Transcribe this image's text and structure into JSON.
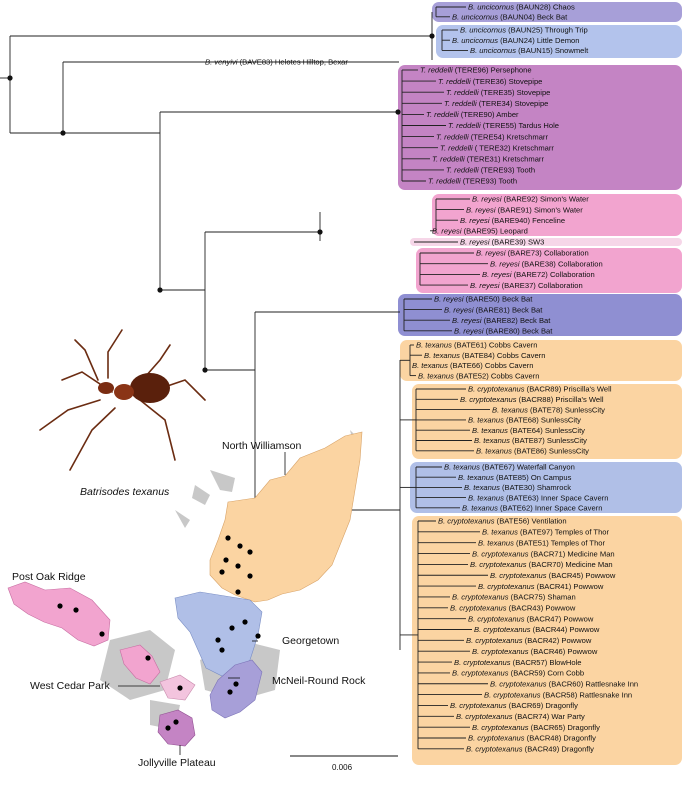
{
  "caption": "Batrisodes texanus",
  "scale_bar_label": "0.006",
  "colors": {
    "purple_blue": "#a79fd8",
    "light_blue": "#b3c3ec",
    "magenta": "#c484c4",
    "pink": "#f2a4cf",
    "lavender_blue": "#8f8fd2",
    "orange": "#fbd4a2",
    "blue": "#b0bfe7"
  },
  "map_labels": {
    "north_williamson": "North Williamson",
    "post_oak_ridge": "Post Oak Ridge",
    "georgetown": "Georgetown",
    "west_cedar_park": "West Cedar Park",
    "mcneil_round_rock": "McNeil-Round Rock",
    "jollyville_plateau": "Jollyville Plateau"
  },
  "clades": [
    {
      "color": "purple_blue",
      "tips": [
        {
          "sp": "B. uncicornus",
          "code": "BAUN28",
          "loc": "Chaos"
        },
        {
          "sp": "B. uncicornus",
          "code": "BAUN04",
          "loc": "Beck Bat"
        }
      ]
    },
    {
      "color": "light_blue",
      "tips": [
        {
          "sp": "B. uncicornus",
          "code": "BAUN25",
          "loc": "Through Trip"
        },
        {
          "sp": "B. uncicornus",
          "code": "BAUN24",
          "loc": "Little Demon"
        },
        {
          "sp": "B. uncicornus",
          "code": "BAUN15",
          "loc": "Snowmelt"
        }
      ]
    },
    {
      "color": "none",
      "tips": [
        {
          "sp": "B. venyivi",
          "code": "BAVE83",
          "loc": "Helotes Hilltop, Bexar"
        }
      ]
    },
    {
      "color": "magenta",
      "tips": [
        {
          "sp": "T. reddelli",
          "code": "TERE96",
          "loc": "Persephone"
        },
        {
          "sp": "T. reddelli",
          "code": "TERE36",
          "loc": "Stovepipe"
        },
        {
          "sp": "T. reddelli",
          "code": "TERE35",
          "loc": "Stovepipe"
        },
        {
          "sp": "T. reddelli",
          "code": "TERE34",
          "loc": "Stovepipe"
        },
        {
          "sp": "T. reddelli",
          "code": "TERE90",
          "loc": "Amber"
        },
        {
          "sp": "T. reddelli",
          "code": "TERE55",
          "loc": "Tardus Hole"
        },
        {
          "sp": "T. reddelli",
          "code": "TERE54",
          "loc": "Kretschmarr"
        },
        {
          "sp": "T. reddelli",
          "code": " TERE32",
          "loc": "Kretschmarr"
        },
        {
          "sp": "T. reddelli",
          "code": "TERE31",
          "loc": "Kretschmarr"
        },
        {
          "sp": "T. reddelli",
          "code": "TERE93",
          "loc": "Tooth"
        },
        {
          "sp": "T. reddelli",
          "code": "TERE93",
          "loc": "Tooth"
        }
      ]
    },
    {
      "color": "pink",
      "tips": [
        {
          "sp": "B. reyesi",
          "code": "BARE92",
          "loc": "Simon's Water"
        },
        {
          "sp": "B. reyesi",
          "code": "BARE91",
          "loc": "Simon's Water"
        },
        {
          "sp": "B. reyesi",
          "code": "BARE940",
          "loc": "Fenceline"
        },
        {
          "sp": "B. reyesi",
          "code": "BARE95",
          "loc": "Leopard"
        }
      ]
    },
    {
      "color": "pink_thin",
      "tips": [
        {
          "sp": "B. reyesi",
          "code": "BARE39",
          "loc": "SW3"
        }
      ]
    },
    {
      "color": "pink",
      "tips": [
        {
          "sp": "B. reyesi",
          "code": "BARE73",
          "loc": "Collaboration"
        },
        {
          "sp": "B. reyesi",
          "code": "BARE38",
          "loc": "Collaboration"
        },
        {
          "sp": "B. reyesi",
          "code": "BARE72",
          "loc": "Collaboration"
        },
        {
          "sp": "B. reyesi",
          "code": "BARE37",
          "loc": "Collaboration"
        }
      ]
    },
    {
      "color": "lavender_blue",
      "tips": [
        {
          "sp": "B. reyesi",
          "code": "BARE50",
          "loc": "Beck Bat"
        },
        {
          "sp": "B. reyesi",
          "code": "BARE81",
          "loc": "Beck Bat"
        },
        {
          "sp": "B. reyesi",
          "code": "BARE82",
          "loc": "Beck Bat"
        },
        {
          "sp": "B. reyesi",
          "code": "BARE80",
          "loc": "Beck Bat"
        }
      ]
    },
    {
      "color": "orange",
      "tips": [
        {
          "sp": "B. texanus",
          "code": "BATE61",
          "loc": "Cobbs Cavern"
        },
        {
          "sp": "B. texanus",
          "code": "BATE84",
          "loc": "Cobbs Cavern"
        },
        {
          "sp": "B. texanus",
          "code": "BATE66",
          "loc": "Cobbs Cavern"
        },
        {
          "sp": "B. texanus",
          "code": "BATE52",
          "loc": "Cobbs Cavern"
        }
      ]
    },
    {
      "color": "orange",
      "tips": [
        {
          "sp": "B. cryptotexanus",
          "code": "BACR89",
          "loc": "Priscilla's Well"
        },
        {
          "sp": "B. cryptotexanus",
          "code": "BACR88",
          "loc": "Priscilla's Well"
        },
        {
          "sp": "B. texanus",
          "code": "BATE78",
          "loc": "SunlessCity"
        },
        {
          "sp": "B. texanus",
          "code": "BATE68",
          "loc": "SunlessCity"
        },
        {
          "sp": "B. texanus",
          "code": "BATE64",
          "loc": "SunlessCity"
        },
        {
          "sp": "B. texanus",
          "code": "BATE87",
          "loc": "SunlessCity"
        },
        {
          "sp": "B. texanus",
          "code": "BATE86",
          "loc": "SunlessCity"
        }
      ]
    },
    {
      "color": "blue",
      "tips": [
        {
          "sp": "B. texanus",
          "code": "BATE67",
          "loc": "Waterfall Canyon"
        },
        {
          "sp": "B. texanus",
          "code": "BATE85",
          "loc": "On Campus"
        },
        {
          "sp": "B. texanus",
          "code": "BATE30",
          "loc": "Shamrock"
        },
        {
          "sp": "B. texanus",
          "code": "BATE63",
          "loc": "Inner Space Cavern"
        },
        {
          "sp": "B. texanus",
          "code": "BATE62",
          "loc": "Inner Space Cavern"
        }
      ]
    },
    {
      "color": "orange",
      "tips": [
        {
          "sp": "B. cryptotexanus",
          "code": "BATE56",
          "loc": "Ventilation"
        },
        {
          "sp": "B. texanus",
          "code": "BATE97",
          "loc": "Temples of Thor"
        },
        {
          "sp": "B. texanus",
          "code": "BATE51",
          "loc": "Temples of Thor"
        },
        {
          "sp": "B. cryptotexanus",
          "code": "BACR71",
          "loc": "Medicine Man"
        },
        {
          "sp": "B. cryptotexanus",
          "code": "BACR70",
          "loc": "Medicine Man"
        },
        {
          "sp": "B. cryptotexanus",
          "code": "BACR45",
          "loc": "Powwow"
        },
        {
          "sp": "B. cryptotexanus",
          "code": "BACR41",
          "loc": "Powwow"
        },
        {
          "sp": "B. cryptotexanus",
          "code": "BACR75",
          "loc": "Shaman"
        },
        {
          "sp": "B. cryptotexanus",
          "code": "BACR43",
          "loc": "Powwow"
        },
        {
          "sp": "B. cryptotexanus",
          "code": "BACR47",
          "loc": "Powwow"
        },
        {
          "sp": "B. cryptotexanus",
          "code": "BACR44",
          "loc": "Powwow"
        },
        {
          "sp": "B. cryptotexanus",
          "code": "BACR42",
          "loc": "Powwow"
        },
        {
          "sp": "B. cryptotexanus",
          "code": "BACR46",
          "loc": "Powwow"
        },
        {
          "sp": "B. cryptotexanus",
          "code": "BACR57",
          "loc": "BlowHole"
        },
        {
          "sp": "B. cryptotexanus",
          "code": "BACR59",
          "loc": "Corn Cobb"
        },
        {
          "sp": "B. cryptotexanus",
          "code": "BACR60",
          "loc": "Rattlesnake Inn"
        },
        {
          "sp": "B. cryptotexanus",
          "code": "BACR58",
          "loc": "Rattlesnake Inn"
        },
        {
          "sp": "B. cryptotexanus",
          "code": "BACR69",
          "loc": "Dragonfly"
        },
        {
          "sp": "B. cryptotexanus",
          "code": "BACR74",
          "loc": "War Party"
        },
        {
          "sp": "B. cryptotexanus",
          "code": "BACR65",
          "loc": "Dragonfly"
        },
        {
          "sp": "B. cryptotexanus",
          "code": "BACR48",
          "loc": "Dragonfly"
        },
        {
          "sp": "B. cryptotexanus",
          "code": "BACR49",
          "loc": "Dragonfly"
        }
      ]
    }
  ]
}
